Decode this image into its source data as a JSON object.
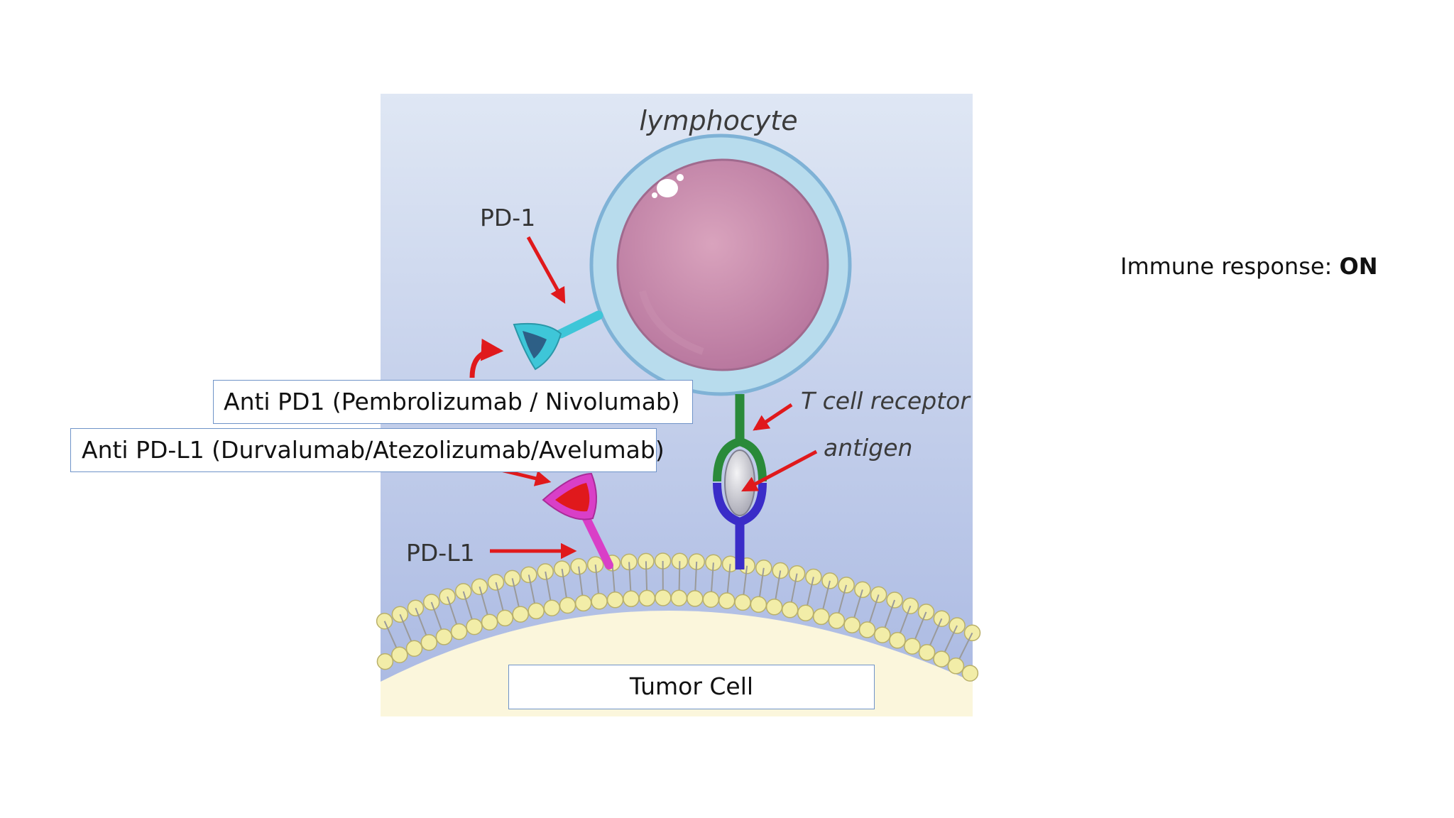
{
  "diagram": {
    "lymphocyte_label": "lymphocyte",
    "pd1_label": "PD-1",
    "pdl1_label": "PD-L1",
    "tcr_label": "T cell receptor",
    "antigen_label": "antigen"
  },
  "boxes": {
    "anti_pd1": "Anti PD1 (Pembrolizumab / Nivolumab)",
    "anti_pdl1": "Anti PD-L1 (Durvalumab/Atezolizumab/Avelumab)",
    "tumor_cell": "Tumor Cell"
  },
  "status": {
    "label": "Immune response:",
    "value": "ON"
  },
  "colors": {
    "arrow": "#e0191c",
    "pd1_receptor": "#3ec6d8",
    "pdl1_ligand": "#d93fc7",
    "tcr": "#2a8a3a",
    "mhc": "#3a2cc8",
    "membrane_head": "#f2eda8"
  }
}
